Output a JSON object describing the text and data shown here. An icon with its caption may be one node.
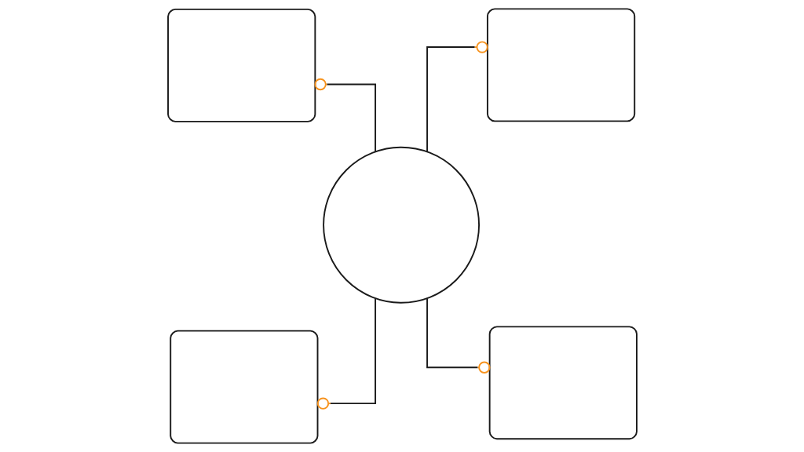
{
  "diagram": {
    "nodes": [
      {
        "text": [],
        "shape": "box"
      },
      {
        "text": [],
        "shape": "box"
      },
      {
        "text": [],
        "shape": "circle"
      },
      {
        "text": [],
        "shape": "box"
      },
      {
        "text": [],
        "shape": "box"
      }
    ],
    "edges": [
      {
        "from": 2,
        "to": 0,
        "arrow": "other"
      },
      {
        "from": 2,
        "to": 1,
        "arrow": "other"
      },
      {
        "from": 2,
        "to": 3,
        "arrow": "other"
      },
      {
        "from": 2,
        "to": 4,
        "arrow": "other"
      }
    ]
  }
}
